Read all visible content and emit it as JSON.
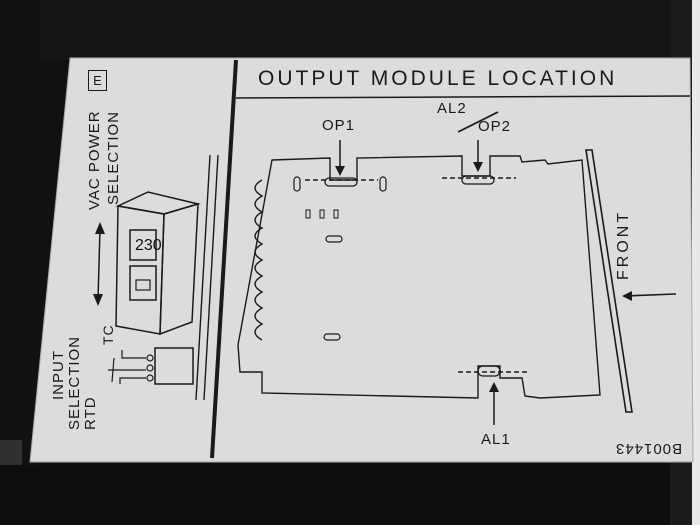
{
  "label": {
    "title": "OUTPUT MODULE LOCATION",
    "e_mark": "E",
    "vac_power_line1": "VAC POWER",
    "vac_power_line2": "SELECTION",
    "switch_display": "230",
    "input_line1": "INPUT",
    "input_line2": "SELECTION",
    "rtd": "RTD",
    "tc": "TC",
    "op1": "OP1",
    "al2": "AL2",
    "op2": "OP2",
    "al1": "AL1",
    "front": "FRONT",
    "serial": "B001443"
  },
  "colors": {
    "label_bg": "#dedede",
    "ink": "#1a1a1a",
    "bezel": "#111111"
  }
}
